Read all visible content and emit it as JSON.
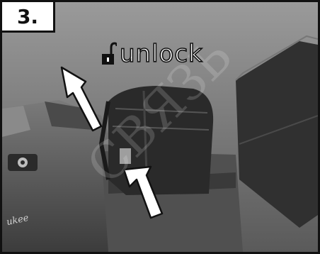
{
  "step": {
    "number": "3."
  },
  "instruction": {
    "label": "unlock",
    "icon": "padlock-open-icon"
  },
  "product": {
    "brand_fragment": "ukee"
  },
  "watermark": {
    "text": "СВЯЗЬ"
  },
  "colors": {
    "frame": "#111111",
    "arrow_fill": "#ffffff",
    "tool_dark": "#2a2a2a",
    "background": "#6e6e6e"
  }
}
